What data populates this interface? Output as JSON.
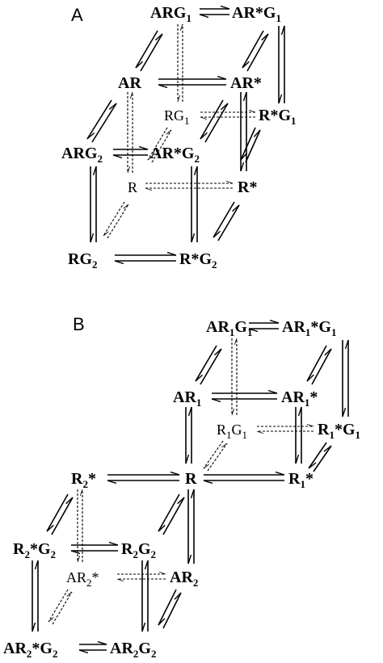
{
  "panels": {
    "A": {
      "label": "A",
      "nodes": {
        "ARG1": {
          "base": "ARG",
          "sub": "1",
          "tail": ""
        },
        "ARstarG1": {
          "base": "AR*G",
          "sub": "1",
          "tail": ""
        },
        "AR": {
          "base": "AR",
          "sub": "",
          "tail": ""
        },
        "ARstar": {
          "base": "AR*",
          "sub": "",
          "tail": ""
        },
        "RG1": {
          "base": "RG",
          "sub": "1",
          "tail": ""
        },
        "RstarG1": {
          "base": "R*G",
          "sub": "1",
          "tail": ""
        },
        "ARG2": {
          "base": "ARG",
          "sub": "2",
          "tail": ""
        },
        "ARstarG2": {
          "base": "AR*G",
          "sub": "2",
          "tail": ""
        },
        "R": {
          "base": "R",
          "sub": "",
          "tail": ""
        },
        "Rstar": {
          "base": "R*",
          "sub": "",
          "tail": ""
        },
        "RG2": {
          "base": "RG",
          "sub": "2",
          "tail": ""
        },
        "RstarG2": {
          "base": "R*G",
          "sub": "2",
          "tail": ""
        }
      }
    },
    "B": {
      "label": "B",
      "nodes": {
        "AR1G1": {
          "base": "AR",
          "sub": "1",
          "tail": "G",
          "sub2": "1",
          "tail2": ""
        },
        "AR1starG1": {
          "base": "AR",
          "sub": "1",
          "tail": "*G",
          "sub2": "1",
          "tail2": ""
        },
        "AR1": {
          "base": "AR",
          "sub": "1",
          "tail": "",
          "sub2": "",
          "tail2": ""
        },
        "AR1star": {
          "base": "AR",
          "sub": "1",
          "tail": "*",
          "sub2": "",
          "tail2": ""
        },
        "R1G1": {
          "base": "R",
          "sub": "1",
          "tail": "G",
          "sub2": "1",
          "tail2": ""
        },
        "R1starG1": {
          "base": "R",
          "sub": "1",
          "tail": "*G",
          "sub2": "1",
          "tail2": ""
        },
        "R2star": {
          "base": "R",
          "sub": "2",
          "tail": "*",
          "sub2": "",
          "tail2": ""
        },
        "R": {
          "base": "R",
          "sub": "",
          "tail": "",
          "sub2": "",
          "tail2": ""
        },
        "R1star": {
          "base": "R",
          "sub": "1",
          "tail": "*",
          "sub2": "",
          "tail2": ""
        },
        "R2starG2": {
          "base": "R",
          "sub": "2",
          "tail": "*G",
          "sub2": "2",
          "tail2": ""
        },
        "R2G2": {
          "base": "R",
          "sub": "2",
          "tail": "G",
          "sub2": "2",
          "tail2": ""
        },
        "AR2star": {
          "base": "AR",
          "sub": "2",
          "tail": "*",
          "sub2": "",
          "tail2": ""
        },
        "AR2": {
          "base": "AR",
          "sub": "2",
          "tail": "",
          "sub2": "",
          "tail2": ""
        },
        "AR2starG2": {
          "base": "AR",
          "sub": "2",
          "tail": "*G",
          "sub2": "2",
          "tail2": ""
        },
        "AR2G2": {
          "base": "AR",
          "sub": "2",
          "tail": "G",
          "sub2": "2",
          "tail2": ""
        }
      }
    }
  }
}
